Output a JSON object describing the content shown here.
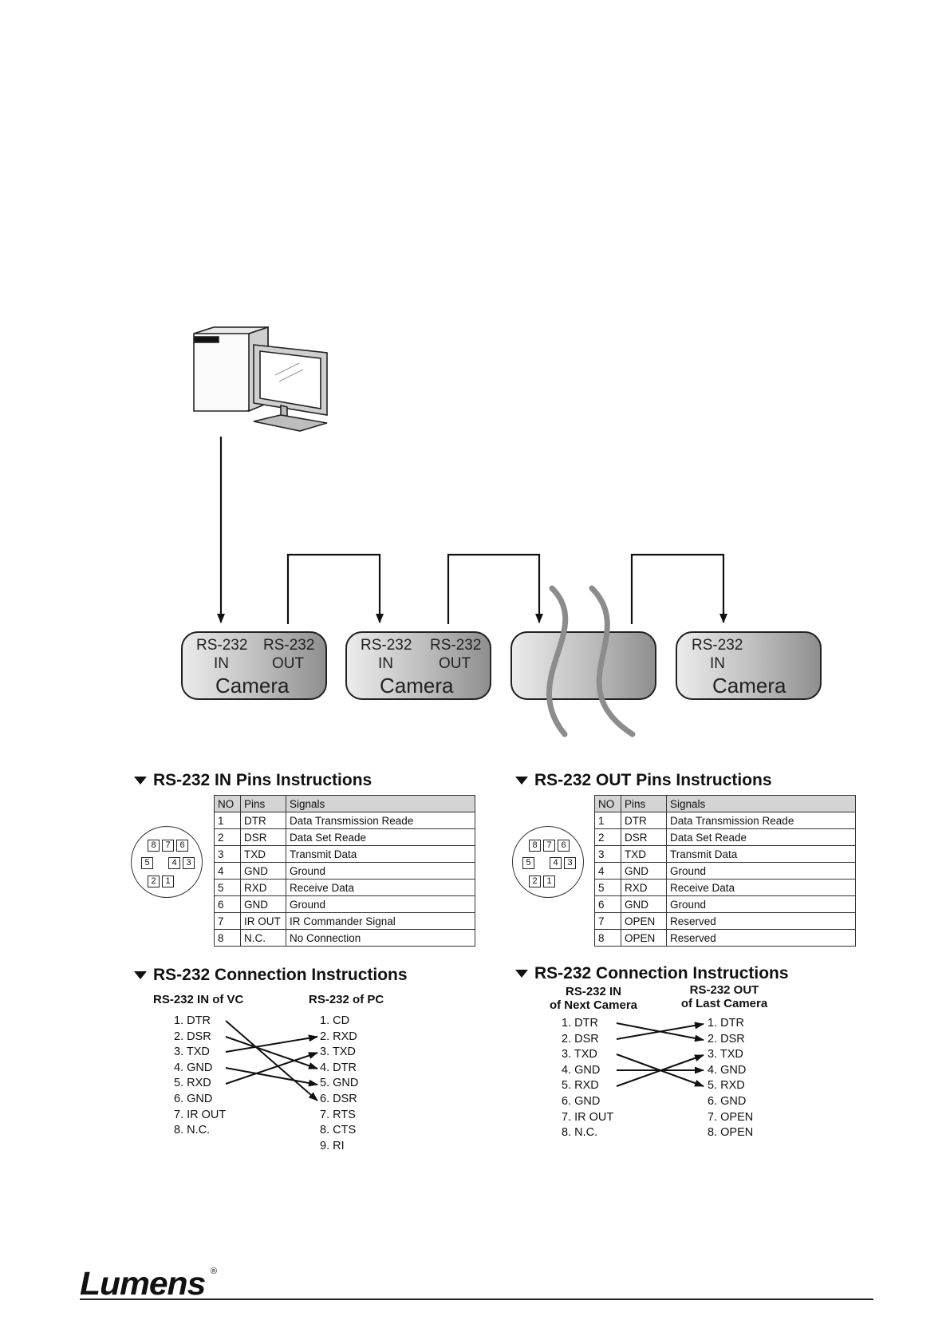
{
  "diagram": {
    "camera_boxes": [
      {
        "in_label": "RS-232",
        "in_sub": "IN",
        "out_label": "RS-232",
        "out_sub": "OUT",
        "title": "Camera"
      },
      {
        "in_label": "RS-232",
        "in_sub": "IN",
        "out_label": "RS-232",
        "out_sub": "OUT",
        "title": "Camera"
      },
      {
        "in_label": "",
        "in_sub": "",
        "out_label": "",
        "out_sub": "",
        "title": ""
      },
      {
        "in_label": "RS-232",
        "in_sub": "IN",
        "title": "Camera"
      }
    ]
  },
  "in_pins": {
    "title": "RS-232 IN Pins Instructions",
    "headers": [
      "NO",
      "Pins",
      "Signals"
    ],
    "rows": [
      [
        "1",
        "DTR",
        "Data Transmission Reade"
      ],
      [
        "2",
        "DSR",
        "Data Set Reade"
      ],
      [
        "3",
        "TXD",
        "Transmit Data"
      ],
      [
        "4",
        "GND",
        "Ground"
      ],
      [
        "5",
        "RXD",
        "Receive Data"
      ],
      [
        "6",
        "GND",
        "Ground"
      ],
      [
        "7",
        "IR OUT",
        "IR Commander Signal"
      ],
      [
        "8",
        "N.C.",
        "No Connection"
      ]
    ]
  },
  "out_pins": {
    "title": "RS-232 OUT Pins Instructions",
    "headers": [
      "NO",
      "Pins",
      "Signals"
    ],
    "rows": [
      [
        "1",
        "DTR",
        "Data Transmission Reade"
      ],
      [
        "2",
        "DSR",
        "Data Set Reade"
      ],
      [
        "3",
        "TXD",
        "Transmit Data"
      ],
      [
        "4",
        "GND",
        "Ground"
      ],
      [
        "5",
        "RXD",
        "Receive Data"
      ],
      [
        "6",
        "GND",
        "Ground"
      ],
      [
        "7",
        "OPEN",
        "Reserved"
      ],
      [
        "8",
        "OPEN",
        "Reserved"
      ]
    ]
  },
  "connector_pins": [
    "8",
    "7",
    "6",
    "5",
    "4",
    "3",
    "2",
    "1"
  ],
  "conn_left": {
    "title": "RS-232 Connection Instructions",
    "left_head": "RS-232 IN of VC",
    "right_head": "RS-232 of PC",
    "left": [
      "1. DTR",
      "2. DSR",
      "3. TXD",
      "4. GND",
      "5. RXD",
      "6. GND",
      "7. IR OUT",
      "8. N.C."
    ],
    "right": [
      "1. CD",
      "2. RXD",
      "3. TXD",
      "4. DTR",
      "5. GND",
      "6. DSR",
      "7. RTS",
      "8. CTS",
      "9. RI"
    ]
  },
  "conn_right": {
    "title": "RS-232 Connection Instructions",
    "left_head_1": "RS-232 IN",
    "left_head_2": "of Next Camera",
    "right_head_1": "RS-232 OUT",
    "right_head_2": "of Last Camera",
    "left": [
      "1. DTR",
      "2. DSR",
      "3. TXD",
      "4. GND",
      "5. RXD",
      "6. GND",
      "7. IR OUT",
      "8. N.C."
    ],
    "right": [
      "1. DTR",
      "2. DSR",
      "3. TXD",
      "4. GND",
      "5. RXD",
      "6. GND",
      "7. OPEN",
      "8. OPEN"
    ]
  },
  "footer": {
    "brand": "Lumens",
    "registered": "®"
  }
}
